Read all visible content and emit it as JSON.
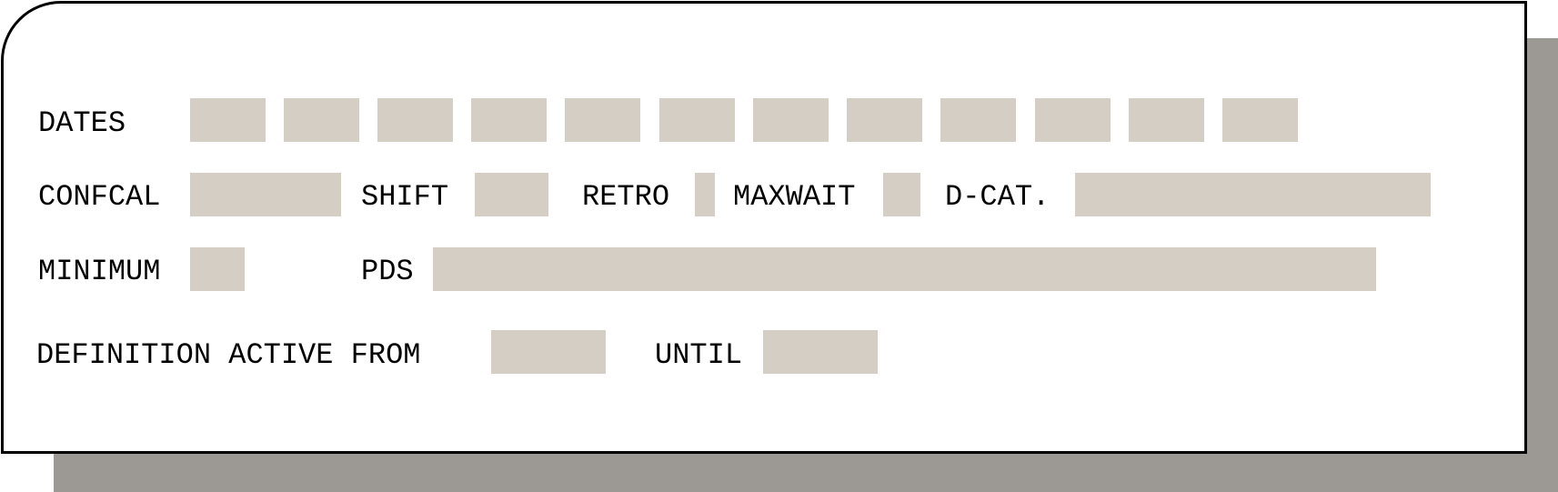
{
  "labels": {
    "dates": "DATES",
    "confcal": "CONFCAL",
    "shift": "SHIFT",
    "retro": "RETRO",
    "maxwait": "MAXWAIT",
    "dcat": "D-CAT.",
    "minimum": "MINIMUM",
    "pds": "PDS",
    "definition_active_from": "DEFINITION ACTIVE FROM",
    "until": "UNTIL"
  },
  "fields": {
    "dates": [
      "",
      "",
      "",
      "",
      "",
      "",
      "",
      "",
      "",
      "",
      "",
      ""
    ],
    "confcal": "",
    "shift": "",
    "retro": "",
    "maxwait": "",
    "dcat": "",
    "minimum": "",
    "pds": "",
    "active_from": "",
    "until": ""
  },
  "colors": {
    "field_fill": "#d5cec5",
    "shadow": "#9c9994",
    "border": "#000000",
    "background": "#ffffff"
  }
}
